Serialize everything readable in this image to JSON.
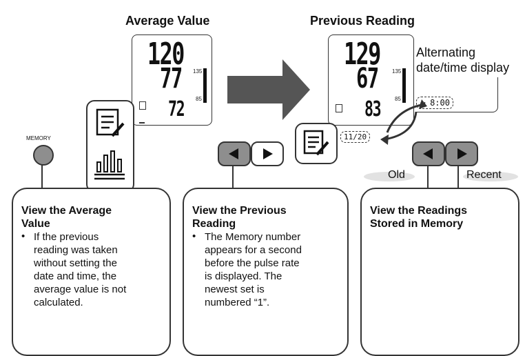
{
  "section_titles": {
    "average": "Average Value",
    "previous": "Previous Reading"
  },
  "average_display": {
    "systolic": "120",
    "diastolic": "77",
    "pulse": "72",
    "scale_top": "135",
    "scale_mid": "85"
  },
  "previous_display": {
    "systolic": "129",
    "diastolic": "67",
    "pulse": "83",
    "scale_top": "135",
    "scale_mid": "85",
    "date": "11/20",
    "am": "AM",
    "time": "8:00"
  },
  "alternating_text": {
    "line1": "Alternating",
    "line2": "date/time display"
  },
  "memory_label": "MEMORY",
  "direction_labels": {
    "old": "Old",
    "recent": "Recent"
  },
  "cards": [
    {
      "title_lines": [
        "View the Average",
        "Value"
      ],
      "bullet": "•",
      "body_lines": [
        "If the previous",
        "reading was taken",
        "without setting the",
        "date and time, the",
        "average value is not",
        "calculated."
      ]
    },
    {
      "title_lines": [
        "View the Previous",
        "Reading"
      ],
      "bullet": "•",
      "body_lines": [
        "The Memory number",
        "appears for a second",
        "before the pulse rate",
        "is displayed. The",
        "newest set is",
        "numbered “1”."
      ]
    },
    {
      "title_lines": [
        "View the Readings",
        "Stored in Memory"
      ],
      "bullet": "",
      "body_lines": []
    }
  ],
  "colors": {
    "button_grey": "#8e8e8e",
    "arrow_grey": "#555555",
    "ellipse_grey": "#e2e2e2",
    "line": "#333333"
  }
}
